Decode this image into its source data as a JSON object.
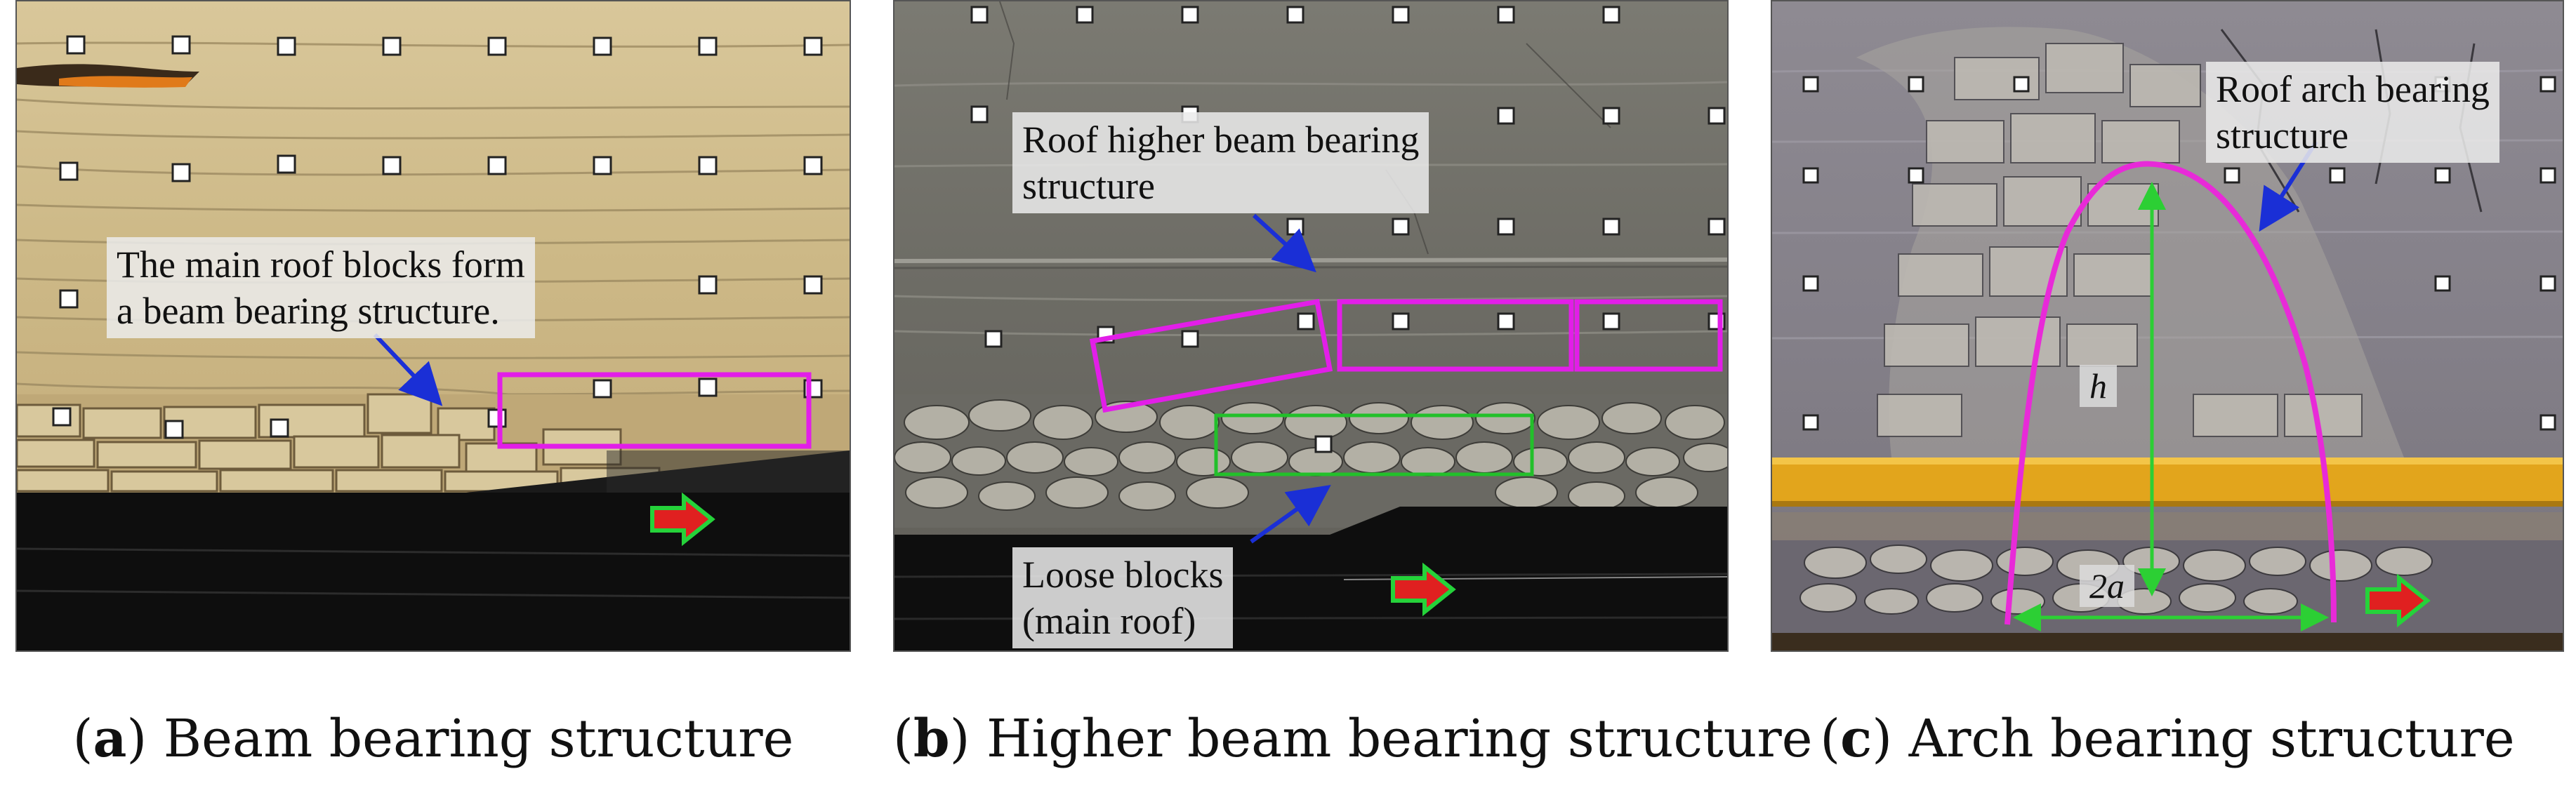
{
  "panels": [
    {
      "caption_letter": "a",
      "caption_text": " Beam bearing structure",
      "labels": [
        "The main roof blocks form",
        "a beam bearing structure."
      ]
    },
    {
      "caption_letter": "b",
      "caption_text": " Higher beam bearing structure",
      "labels_top": [
        "Roof higher beam bearing",
        "structure"
      ],
      "labels_bottom": [
        "Loose blocks",
        "(main roof)"
      ]
    },
    {
      "caption_letter": "c",
      "caption_text": " Arch bearing structure",
      "labels": [
        "Roof arch bearing",
        "structure"
      ],
      "var_h": "h",
      "var_2a": "2a"
    }
  ],
  "colors": {
    "highlight_magenta": "#e21ee8",
    "highlight_green": "#22c02a",
    "arrow_blue": "#1a2fd6",
    "arrow_red": "#e02020",
    "arrow_green_outline": "#25d23a",
    "arch_line": "#e82ad8",
    "dimension_green": "#2ccf34"
  }
}
